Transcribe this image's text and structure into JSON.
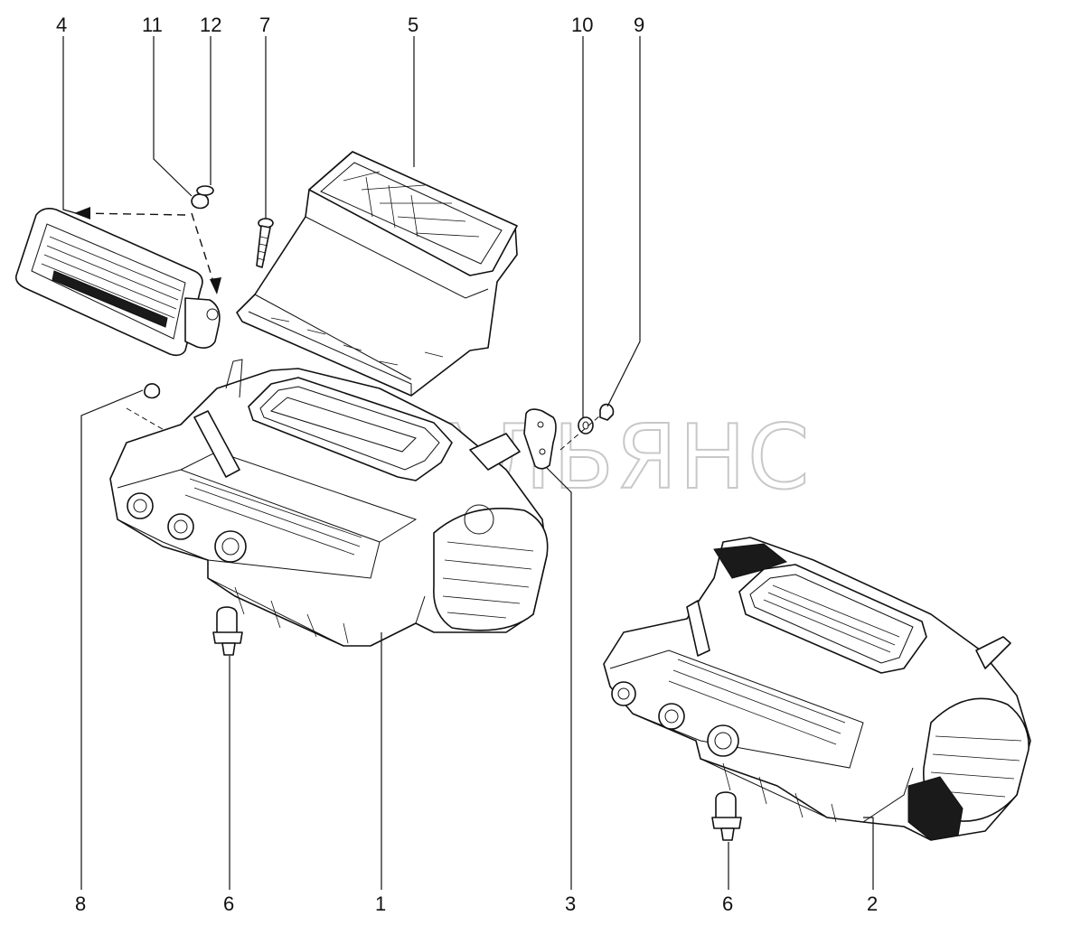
{
  "watermark": "АВТОАЛЬЯНС",
  "callouts": [
    {
      "id": "4",
      "label": "4"
    },
    {
      "id": "11",
      "label": "11"
    },
    {
      "id": "12",
      "label": "12"
    },
    {
      "id": "7",
      "label": "7"
    },
    {
      "id": "5",
      "label": "5"
    },
    {
      "id": "10",
      "label": "10"
    },
    {
      "id": "9",
      "label": "9"
    },
    {
      "id": "8",
      "label": "8"
    },
    {
      "id": "6a",
      "label": "6"
    },
    {
      "id": "1",
      "label": "1"
    },
    {
      "id": "3",
      "label": "3"
    },
    {
      "id": "6b",
      "label": "6"
    },
    {
      "id": "2",
      "label": "2"
    }
  ]
}
